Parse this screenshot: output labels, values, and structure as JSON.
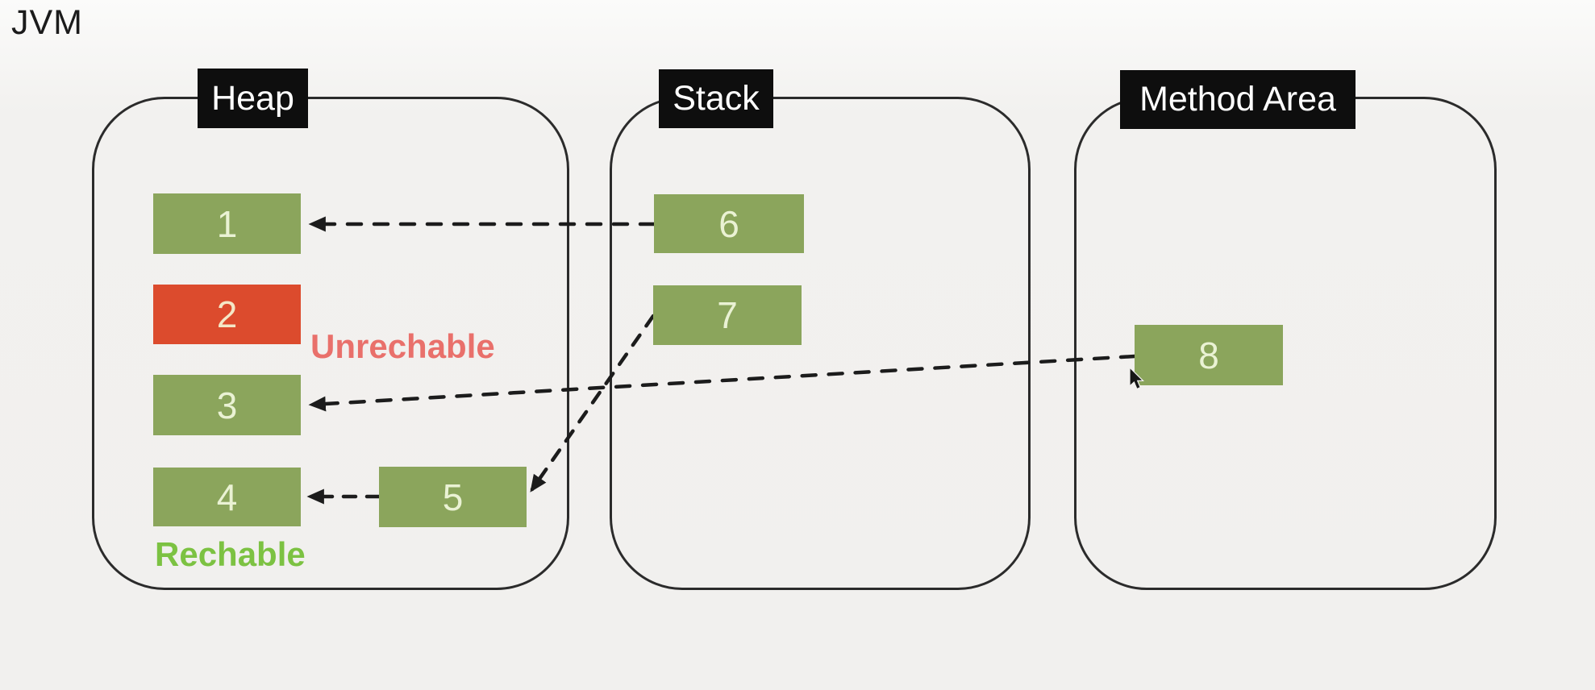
{
  "title": "JVM",
  "regions": [
    {
      "id": "heap",
      "label": "Heap"
    },
    {
      "id": "stack",
      "label": "Stack"
    },
    {
      "id": "method-area",
      "label": "Method Area"
    }
  ],
  "nodes": [
    {
      "id": "1",
      "label": "1",
      "region": "heap",
      "state": "reachable"
    },
    {
      "id": "2",
      "label": "2",
      "region": "heap",
      "state": "unreachable"
    },
    {
      "id": "3",
      "label": "3",
      "region": "heap",
      "state": "reachable"
    },
    {
      "id": "4",
      "label": "4",
      "region": "heap",
      "state": "reachable"
    },
    {
      "id": "5",
      "label": "5",
      "region": "heap",
      "state": "reachable"
    },
    {
      "id": "6",
      "label": "6",
      "region": "stack",
      "state": "reachable"
    },
    {
      "id": "7",
      "label": "7",
      "region": "stack",
      "state": "reachable"
    },
    {
      "id": "8",
      "label": "8",
      "region": "method-area",
      "state": "reachable"
    }
  ],
  "annotations": [
    {
      "id": "unreachable-note",
      "text": "Unrechable"
    },
    {
      "id": "reachable-note",
      "text": "Rechable"
    }
  ],
  "edges": [
    {
      "from": "6",
      "to": "1",
      "style": "dashed-arrow"
    },
    {
      "from": "8",
      "to": "3",
      "style": "dashed-arrow"
    },
    {
      "from": "7",
      "to": "5",
      "style": "dashed-arrow"
    },
    {
      "from": "5",
      "to": "4",
      "style": "dashed-arrow"
    }
  ],
  "colors": {
    "background": "#F1F0EE",
    "region_border": "#2B2B2B",
    "region_label_bg": "#0E0E0E",
    "region_label_text": "#FFFFFF",
    "node_green": "#8BA55C",
    "node_red": "#DC4B2D",
    "node_text": "#EAF2D4",
    "arrow": "#1C1C1C",
    "unreachable_text": "#E9706B",
    "reachable_text": "#7CC242"
  }
}
